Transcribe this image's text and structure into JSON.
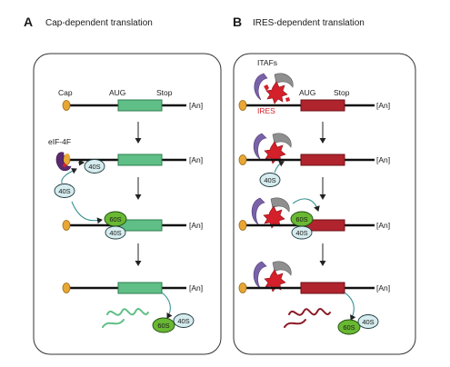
{
  "panels": [
    {
      "letter": "A",
      "title": "Cap-dependent translation",
      "labels": {
        "cap": "Cap",
        "aug": "AUG",
        "stop": "Stop",
        "polyA": "[An]",
        "eif4f": "eIF-4F"
      },
      "colors": {
        "orf": "#5fbf86",
        "orf_border": "#2e7d4f",
        "peptide": "#5fbf86"
      }
    },
    {
      "letter": "B",
      "title": "IRES-dependent translation",
      "labels": {
        "itafs": "ITAFs",
        "ires": "IRES",
        "aug": "AUG",
        "stop": "Stop",
        "polyA": "[An]"
      },
      "colors": {
        "orf": "#b0242e",
        "orf_border": "#6d0f16",
        "peptide": "#8b1a26"
      }
    }
  ],
  "ribosome": {
    "small": "40S",
    "large": "60S"
  },
  "colors": {
    "cap": "#e8a735",
    "small_subunit": "#d6ecee",
    "large_subunit": "#69b832",
    "ires_red": "#d4202a",
    "itaf_purple": "#7a62a8",
    "itaf_gray": "#8f8f8f",
    "ires_label": "#d4202a"
  }
}
